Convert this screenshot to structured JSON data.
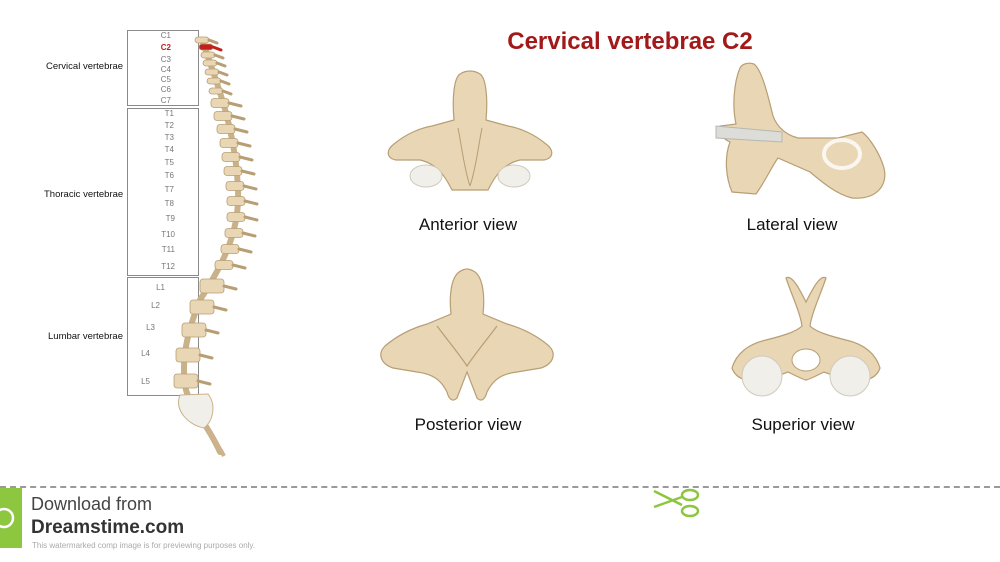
{
  "title": "Cervical vertebrae C2",
  "colors": {
    "title": "#a31919",
    "bone": "#e8d6b5",
    "bone_shadow": "#b89e74",
    "highlight": "#c2201b",
    "cartilage": "#f0efe9",
    "footer_green": "#8dc63f"
  },
  "spine": {
    "regions": [
      {
        "label": "Cervical vertebrae"
      },
      {
        "label": "Thoracic vertebrae"
      },
      {
        "label": "Lumbar vertebrae"
      }
    ],
    "vertebrae": [
      "C1",
      "C2",
      "C3",
      "C4",
      "C5",
      "C6",
      "C7",
      "T1",
      "T2",
      "T3",
      "T4",
      "T5",
      "T6",
      "T7",
      "T8",
      "T9",
      "T10",
      "T11",
      "T12",
      "L1",
      "L2",
      "L3",
      "L4",
      "L5"
    ],
    "highlighted": "C2"
  },
  "views": [
    {
      "caption": "Anterior view"
    },
    {
      "caption": "Lateral view"
    },
    {
      "caption": "Posterior view"
    },
    {
      "caption": "Superior view"
    }
  ],
  "footer": {
    "line1": "Download from",
    "line2": "Dreamstime.com",
    "line3": "This watermarked comp image is for previewing purposes only."
  },
  "icons": [
    "dreamstime-logo-icon",
    "scissors-icon"
  ]
}
